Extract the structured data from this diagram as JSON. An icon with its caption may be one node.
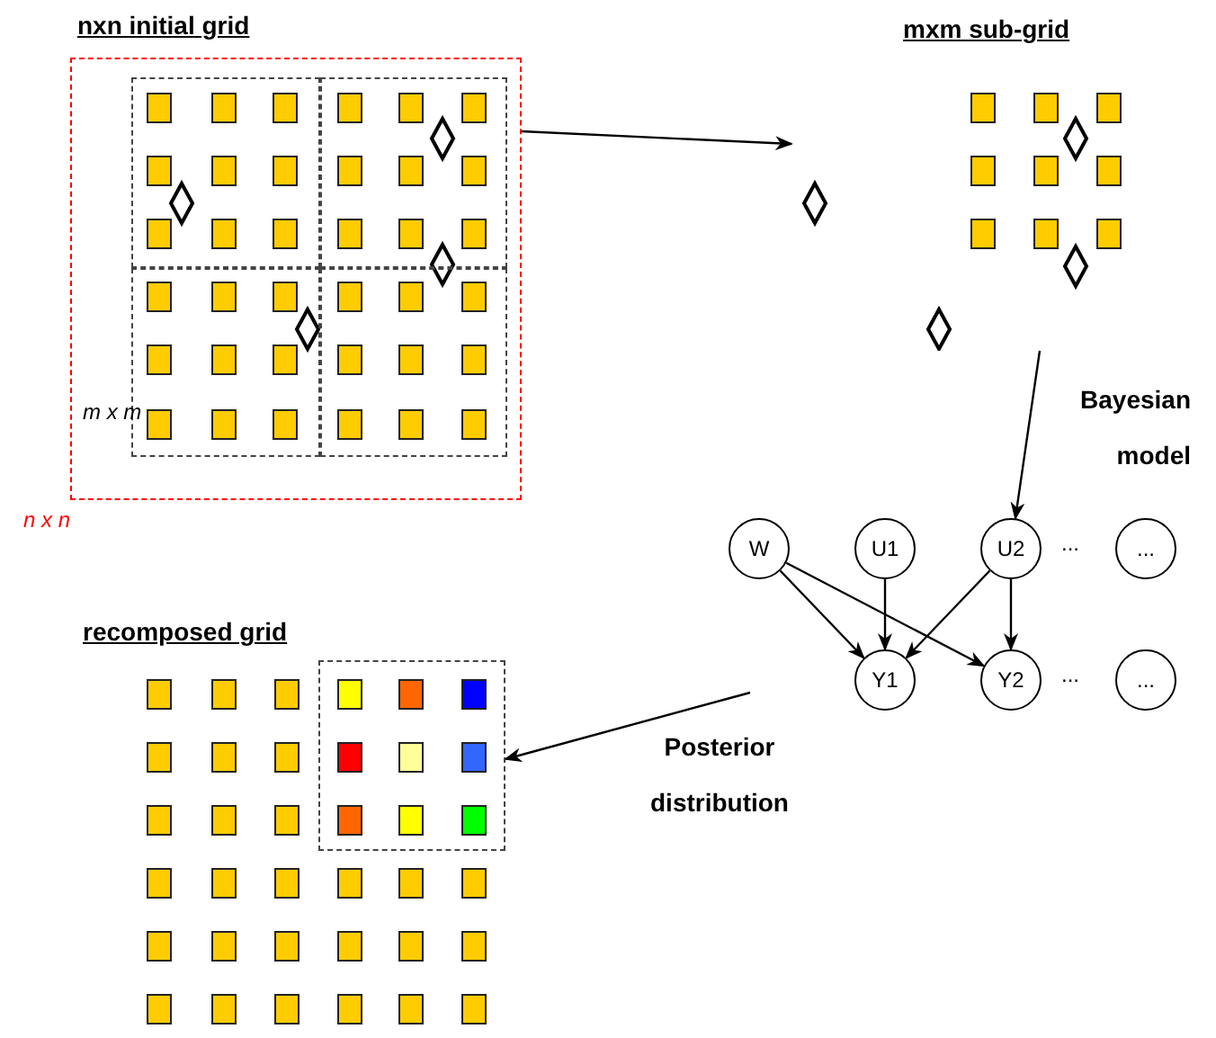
{
  "diagram": {
    "nodes": [
      {
        "text": [
          "nxn initial grid"
        ],
        "beside": [
          "n x n"
        ]
      },
      {
        "text": [],
        "shape": "box",
        "in": 0
      },
      {
        "text": [],
        "shape": "box",
        "in": 0
      },
      {
        "text": [],
        "shape": "box",
        "in": 0
      },
      {
        "text": [],
        "shape": "box",
        "in": 0
      },
      {
        "text": [
          "mxm sub-grid"
        ]
      },
      {
        "text": [
          "W"
        ]
      },
      {
        "text": [
          "U1"
        ]
      },
      {
        "text": [
          "U2"
        ]
      },
      {
        "text": [
          "..."
        ]
      },
      {
        "text": [
          "recomposed grid"
        ]
      },
      {
        "text": [],
        "shape": "box",
        "in": 10
      },
      {
        "text": [
          "Y1"
        ]
      },
      {
        "text": [
          "Y2"
        ]
      },
      {
        "text": [
          "..."
        ]
      }
    ],
    "edges": [
      {
        "from": 0,
        "to": 5,
        "arrow": "to"
      },
      {
        "from": 5,
        "to": 8,
        "arrow": "to",
        "label": "Bayesian model"
      },
      {
        "from": 6,
        "to": 12,
        "arrow": "to"
      },
      {
        "from": 6,
        "to": 13,
        "arrow": "to"
      },
      {
        "from": 7,
        "to": 12,
        "arrow": "to"
      },
      {
        "from": 8,
        "to": 12,
        "arrow": "to"
      },
      {
        "from": 8,
        "to": 13,
        "arrow": "to"
      },
      {
        "from": null,
        "to": 11,
        "arrow": "to",
        "label": "Posterior distribution"
      }
    ],
    "labels": [
      "m x m",
      "...",
      "..."
    ]
  }
}
